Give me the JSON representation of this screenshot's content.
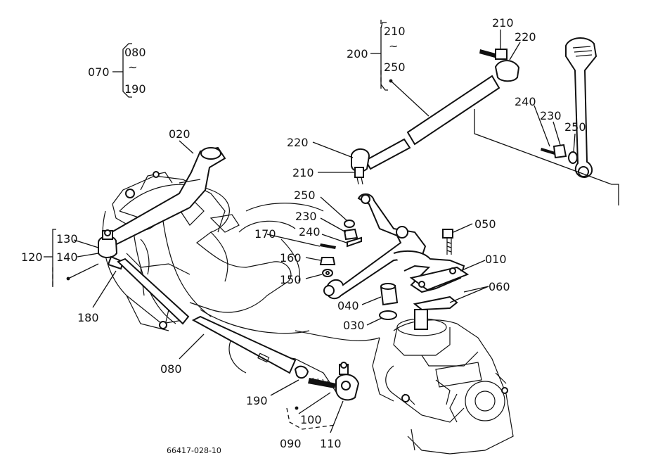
{
  "labels": {
    "p010": "010",
    "p020": "020",
    "p030": "030",
    "p040": "040",
    "p050": "050",
    "p060": "060",
    "p070": "070",
    "p080": "080",
    "p090": "090",
    "p100": "100",
    "p110": "110",
    "p120": "120",
    "p130": "130",
    "p140": "140",
    "p150": "150",
    "p160": "160",
    "p170": "170",
    "p180": "180",
    "p190": "190",
    "p200": "200",
    "p210": "210",
    "p220": "220",
    "p230": "230",
    "p240": "240",
    "p250": "250",
    "brace_sep": "~",
    "group070_from": "080",
    "group070_to": "190",
    "group200_from": "210",
    "group200_to": "250",
    "footer_code": "66417-028-10"
  }
}
